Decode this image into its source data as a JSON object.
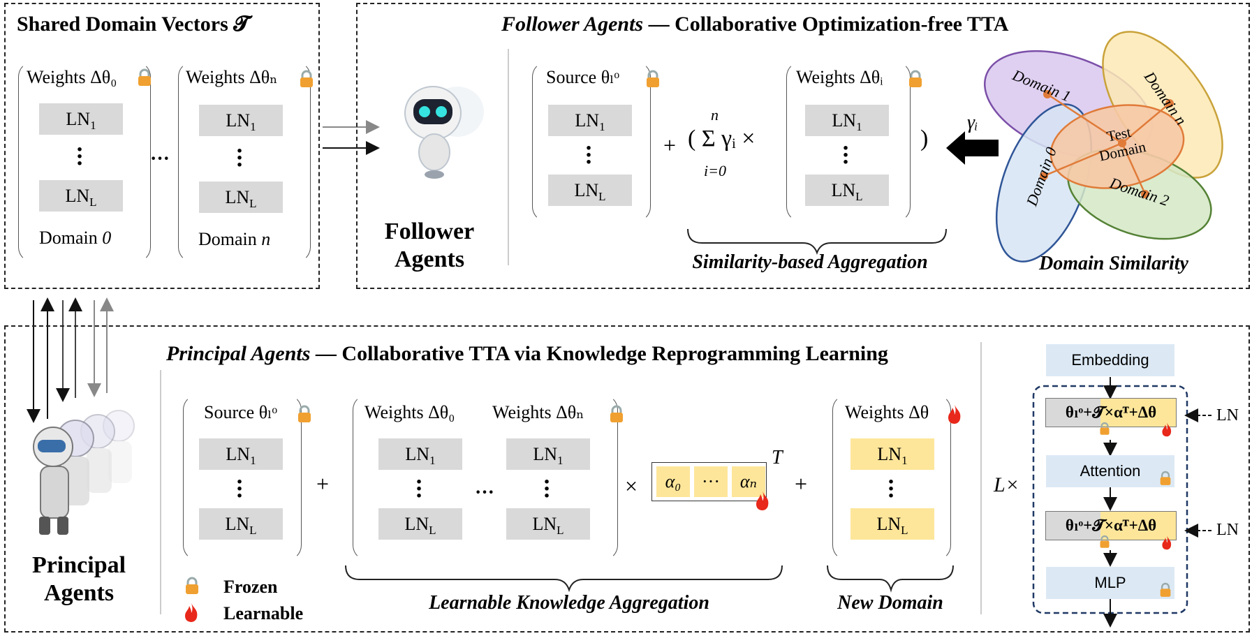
{
  "shared": {
    "title": "Shared Domain Vectors 𝓣",
    "weights0": "Weights Δθ₀",
    "weightsN": "Weights Δθₙ",
    "ln1": "LN",
    "lnL": "LN",
    "sub1": "1",
    "subL": "L",
    "domain0_label": "Domain ",
    "domain0_var": "0",
    "domainN_label": "Domain ",
    "domainN_var": "n",
    "ellipsis": "···"
  },
  "follower": {
    "title_italic": "Follower Agents",
    "title_rest": " — Collaborative Optimization-free TTA",
    "agents_label_1": "Follower",
    "agents_label_2": "Agents",
    "source": "Source θₗᵒ",
    "weights_i": "Weights  Δθᵢ",
    "plus": "+",
    "sum_expr": "( Σ γᵢ ×",
    "sum_top": "n",
    "sum_bottom": "i=0",
    "close_paren": ")",
    "gamma": "γᵢ",
    "caption_aggregation": "Similarity-based Aggregation",
    "caption_similarity": "Domain Similarity",
    "domains": [
      "Domain 1",
      "Domain n",
      "Domain 0",
      "Test Domain",
      "Domain 2"
    ]
  },
  "principal": {
    "title_italic": "Principal Agents",
    "title_rest": " — Collaborative TTA via Knowledge Reprogramming Learning",
    "agents_label_1": "Principal",
    "agents_label_2": "Agents",
    "source": "Source θₗᵒ",
    "weights0": "Weights  Δθ₀",
    "weightsN": "Weights  Δθₙ",
    "weightsNew": "Weights  Δθ",
    "times": "×",
    "plus": "+",
    "alpha0": "α₀",
    "alpha_dots": "···",
    "alphaN": "αₙ",
    "transpose": "T",
    "legend_frozen": "Frozen",
    "legend_learnable": "Learnable",
    "caption_learnable": "Learnable Knowledge Aggregation",
    "caption_new": "New Domain",
    "ellipsis": "···"
  },
  "transformer": {
    "repeat": "L×",
    "embedding": "Embedding",
    "attention": "Attention",
    "mlp": "MLP",
    "formula": "θₗᵒ+𝓣×αᵀ+Δθ",
    "ln_label": "LN"
  },
  "colors": {
    "gray_ln": "#d9d9d9",
    "yellow_ln": "#fde69a",
    "blue_block": "#dce9f5",
    "ellipse_domain1": "#7b4fa8",
    "ellipse_domainN": "#c9a23a",
    "ellipse_domain0": "#2f5597",
    "ellipse_domain2": "#548235",
    "ellipse_test": "#e07b39"
  }
}
